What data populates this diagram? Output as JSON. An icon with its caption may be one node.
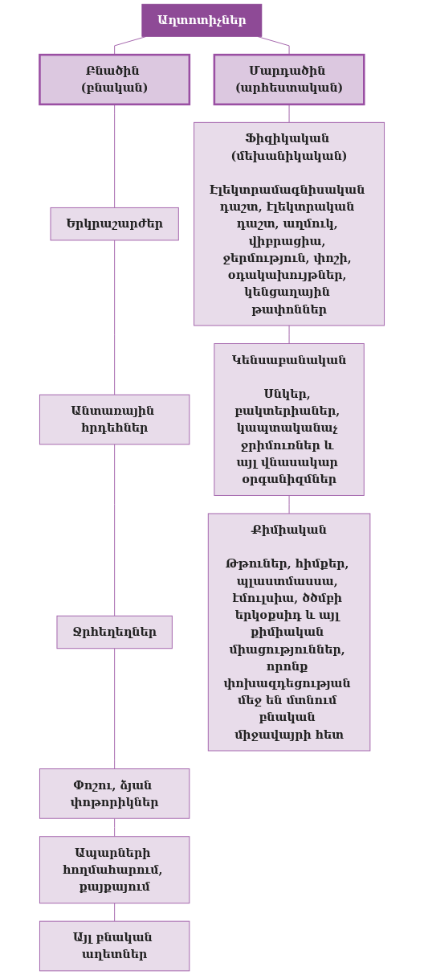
{
  "diagram": {
    "nodes": [
      {
        "text": [
          "Աղտոտիչներ"
        ]
      },
      {
        "text": [
          "Բնածին (բնական)"
        ]
      },
      {
        "text": [
          "Մարդածին (արհեստական)"
        ]
      },
      {
        "text": [
          "Երկրաշարժեր"
        ]
      },
      {
        "text": [
          "Անտառային հրդեհներ"
        ]
      },
      {
        "text": [
          "Ջրհեղեղներ"
        ]
      },
      {
        "text": [
          "Փոշու, ձյան փոթորիկներ"
        ]
      },
      {
        "text": [
          "Ապարների հողմահարում, քայքայում"
        ]
      },
      {
        "text": [
          "Այլ բնական աղետներ"
        ]
      },
      {
        "text": [
          "Ֆիզիկական (մեխանիկական)",
          "Էլեկտրամագնիսական դաշտ, էլեկտրական դաշտ, աղմուկ, վիբրացիա, ջերմություն, փոշի, օդակախույթներ, կենցաղային թափոններ"
        ]
      },
      {
        "text": [
          "Կենսաբանական",
          "Սնկեր, բակտերիաներ, կապտականաչ ջրիմուռներ և այլ վնասակար օրգանիզմներ"
        ]
      },
      {
        "text": [
          "Քիմիական",
          "Թթուներ, հիմքեր, պլաստմասսա, էմուլսիա, ծծմբի երկօքսիդ և այլ քիմիական միացություններ, որոնք փոխազդեցության մեջ են մտնում բնական միջավայրի հետ"
        ]
      }
    ],
    "edges": [
      {
        "from": 0,
        "to": 1,
        "arrow": "none"
      },
      {
        "from": 0,
        "to": 2,
        "arrow": "none"
      },
      {
        "from": 1,
        "to": 3,
        "arrow": "none"
      },
      {
        "from": 3,
        "to": 4,
        "arrow": "none"
      },
      {
        "from": 4,
        "to": 5,
        "arrow": "none"
      },
      {
        "from": 5,
        "to": 6,
        "arrow": "none"
      },
      {
        "from": 6,
        "to": 7,
        "arrow": "none"
      },
      {
        "from": 7,
        "to": 8,
        "arrow": "none"
      },
      {
        "from": 2,
        "to": 9,
        "arrow": "none"
      },
      {
        "from": 9,
        "to": 10,
        "arrow": "none"
      },
      {
        "from": 10,
        "to": 11,
        "arrow": "none"
      }
    ]
  }
}
